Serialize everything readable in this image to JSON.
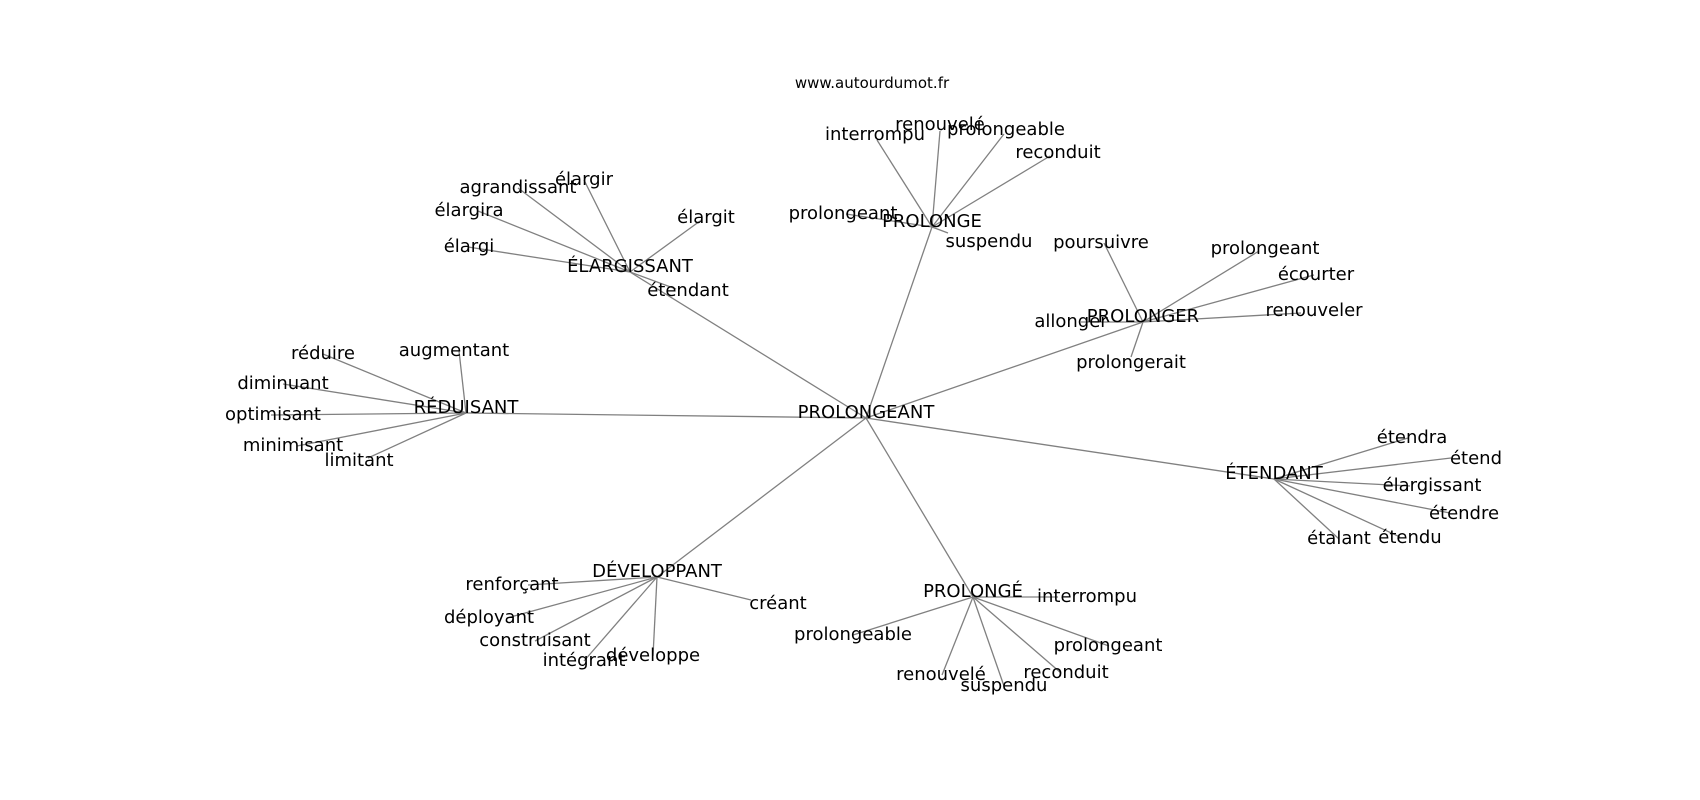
{
  "source_label": "www.autourdumot.fr",
  "colors": {
    "edge": "#808080",
    "text": "#000000",
    "background": "#ffffff"
  },
  "graph": {
    "center": "PROLONGEANT",
    "groups": [
      {
        "hub": "PROLONGE",
        "leaves": [
          "interrompu",
          "renouvelé",
          "prolongeable",
          "reconduit",
          "prolongeant",
          "suspendu"
        ]
      },
      {
        "hub": "ÉLARGISSANT",
        "leaves": [
          "élargir",
          "agrandissant",
          "élargira",
          "élargi",
          "élargit",
          "étendant"
        ]
      },
      {
        "hub": "PROLONGER",
        "leaves": [
          "poursuivre",
          "prolongeant",
          "écourter",
          "renouveler",
          "allonger",
          "prolongerait"
        ]
      },
      {
        "hub": "RÉDUISANT",
        "leaves": [
          "réduire",
          "augmentant",
          "diminuant",
          "optimisant",
          "minimisant",
          "limitant"
        ]
      },
      {
        "hub": "ÉTENDANT",
        "leaves": [
          "étendra",
          "étend",
          "élargissant",
          "étendre",
          "étalant",
          "étendu"
        ]
      },
      {
        "hub": "DÉVELOPPANT",
        "leaves": [
          "renforçant",
          "déployant",
          "construisant",
          "intégrant",
          "développe",
          "créant"
        ]
      },
      {
        "hub": "PROLONGÉ",
        "leaves": [
          "interrompu",
          "prolongeable",
          "prolongeant",
          "reconduit",
          "renouvelé",
          "suspendu"
        ]
      }
    ]
  }
}
